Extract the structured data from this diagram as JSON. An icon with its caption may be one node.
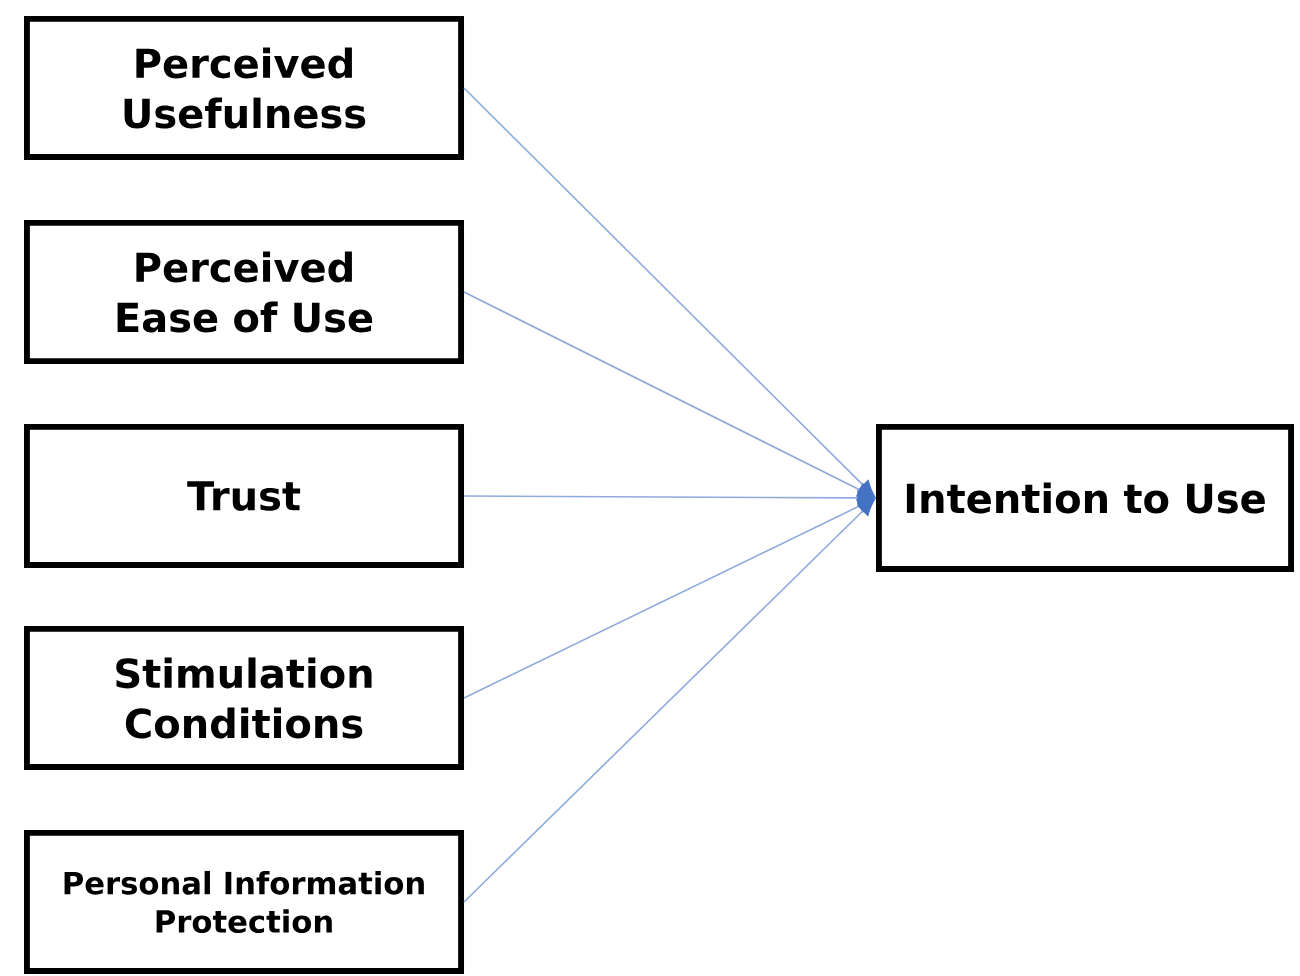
{
  "diagram": {
    "nodes": [
      {
        "text": [
          "Perceived Usefulness"
        ]
      },
      {
        "text": [
          "Perceived Ease of Use"
        ]
      },
      {
        "text": [
          "Trust"
        ]
      },
      {
        "text": [
          "Stimulation Conditions"
        ]
      },
      {
        "text": [
          "Personal Information Protection"
        ]
      },
      {
        "text": [
          "Intention to Use"
        ]
      }
    ],
    "edges": [
      {
        "from": 0,
        "to": 5,
        "arrow": "to"
      },
      {
        "from": 1,
        "to": 5,
        "arrow": "to"
      },
      {
        "from": 2,
        "to": 5,
        "arrow": "to"
      },
      {
        "from": 3,
        "to": 5,
        "arrow": "to"
      },
      {
        "from": 4,
        "to": 5,
        "arrow": "to"
      }
    ]
  }
}
